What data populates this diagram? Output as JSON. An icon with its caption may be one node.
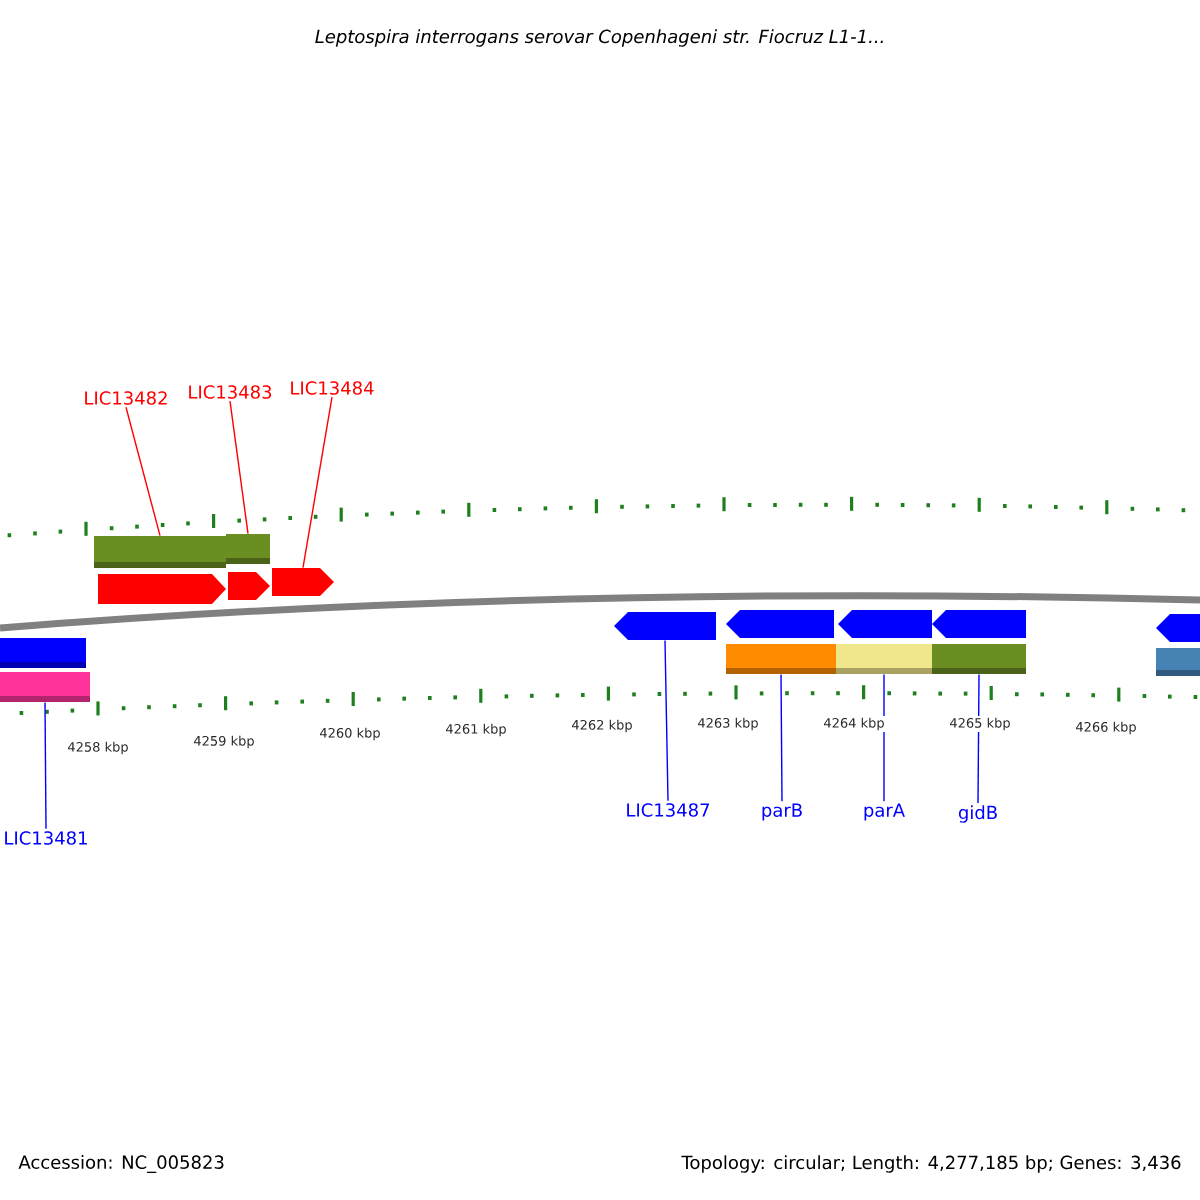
{
  "diagram": {
    "title": "Leptospira interrogans serovar Copenhageni str. Fiocruz L1-1...",
    "nodes": [
      {
        "text": [
          "LIC13482"
        ]
      },
      {
        "text": [
          "LIC13483"
        ]
      },
      {
        "text": [
          "LIC13484"
        ]
      },
      {
        "text": [
          "LIC13481"
        ]
      },
      {
        "text": [
          "LIC13487"
        ]
      },
      {
        "text": [
          "parB"
        ]
      },
      {
        "text": [
          "parA"
        ]
      },
      {
        "text": [
          "gidB"
        ]
      },
      {
        "text": [],
        "shape": "bar"
      },
      {
        "text": [],
        "shape": "bar"
      },
      {
        "text": [],
        "shape": "pentagon"
      },
      {
        "text": [],
        "shape": "pentagon"
      },
      {
        "text": [],
        "shape": "pentagon"
      },
      {
        "text": [],
        "shape": "bar"
      },
      {
        "text": [],
        "shape": "bar"
      },
      {
        "text": [],
        "shape": "pentagon"
      },
      {
        "text": [],
        "shape": "pentagon"
      },
      {
        "text": [],
        "shape": "pentagon"
      },
      {
        "text": [],
        "shape": "pentagon"
      },
      {
        "text": [],
        "shape": "bar"
      },
      {
        "text": [],
        "shape": "bar"
      },
      {
        "text": [],
        "shape": "bar"
      },
      {
        "text": [],
        "shape": "pentagon"
      },
      {
        "text": [],
        "shape": "bar"
      }
    ],
    "edges": [
      {
        "from": 0,
        "to": 8,
        "arrow": "none",
        "color": "#ff0000"
      },
      {
        "from": 1,
        "to": 9,
        "arrow": "none",
        "color": "#ff0000"
      },
      {
        "from": 2,
        "to": 12,
        "arrow": "none",
        "color": "#ff0000"
      },
      {
        "from": 3,
        "to": 14,
        "arrow": "none"
      },
      {
        "from": 4,
        "to": 15,
        "arrow": "none"
      },
      {
        "from": 5,
        "to": 19,
        "arrow": "none"
      },
      {
        "from": 6,
        "to": 20,
        "arrow": "none"
      },
      {
        "from": 7,
        "to": 21,
        "arrow": "none"
      }
    ],
    "labels": [
      "4258 kbp",
      "4259 kbp",
      "4260 kbp",
      "4261 kbp",
      "4262 kbp",
      "4263 kbp",
      "4264 kbp",
      "4265 kbp",
      "4266 kbp",
      "Accession: NC_005823",
      "Topology: circular; Length: 4,277,185 bp; Genes: 3,436"
    ]
  }
}
